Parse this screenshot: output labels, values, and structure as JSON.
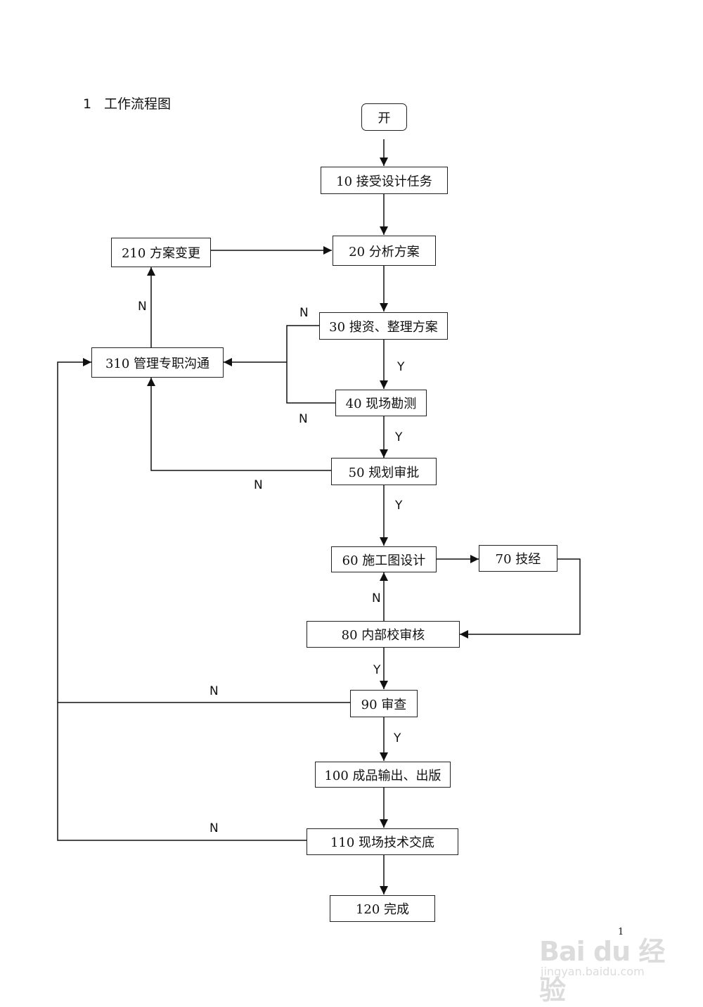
{
  "heading": {
    "number": "1",
    "title": "工作流程图"
  },
  "nodes": {
    "start": "开",
    "n10": "10 接受设计任务",
    "n20": "20 分析方案",
    "n210": "210 方案变更",
    "n30": "30 搜资、整理方案",
    "n310": "310 管理专职沟通",
    "n40": "40 现场勘测",
    "n50": "50 规划审批",
    "n60": "60 施工图设计",
    "n70": "70 技经",
    "n80": "80 内部校审核",
    "n90": "90 审查",
    "n100": "100 成品输出、出版",
    "n110": "110 现场技术交底",
    "n120": "120 完成"
  },
  "edge_labels": {
    "yes": "Y",
    "no": "N"
  },
  "page_number": "1",
  "watermark": {
    "brand": "Bai du 经验",
    "url": "jingyan.baidu.com"
  }
}
